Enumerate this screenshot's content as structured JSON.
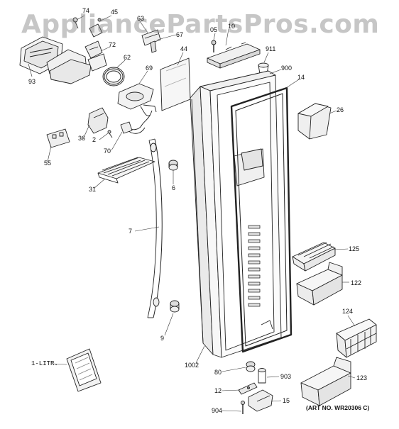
{
  "watermark": "AppliancePartsPros.com",
  "art_no": "(ART NO. WR20306 C)",
  "manual_label": "1-LITR.",
  "callouts": {
    "74": "74",
    "45": "45",
    "63": "63",
    "67": "67",
    "05": "05",
    "10": "10",
    "93": "93",
    "72": "72",
    "62": "62",
    "69": "69",
    "44": "44",
    "911": "911",
    "900": "900",
    "14": "14",
    "26": "26",
    "36": "36",
    "2": "2",
    "70": "70",
    "55": "55",
    "31": "31",
    "6": "6",
    "7": "7",
    "125": "125",
    "122": "122",
    "124": "124",
    "9": "9",
    "1002": "1002",
    "80": "80",
    "903": "903",
    "12": "12",
    "15": "15",
    "904": "904",
    "123": "123"
  }
}
